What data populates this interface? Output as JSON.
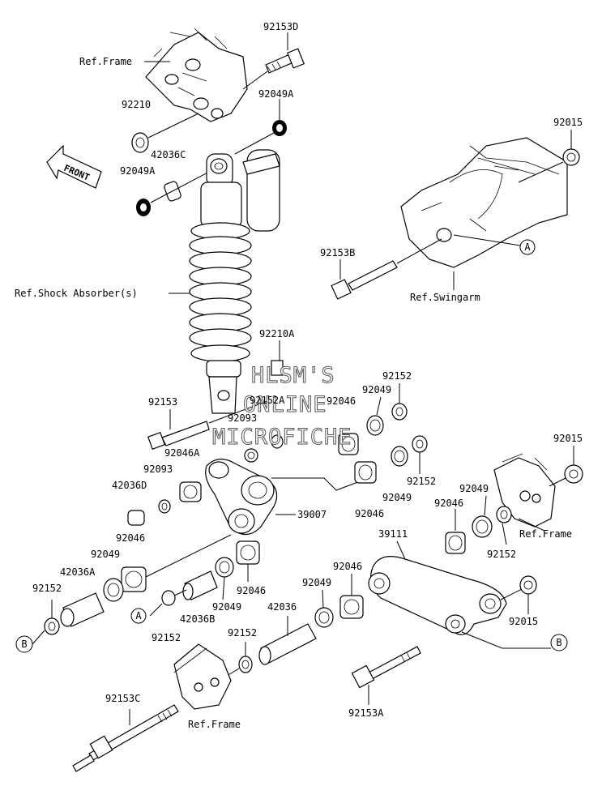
{
  "watermark": [
    "HLSM'S",
    "ONLINE",
    "MICROFICHE"
  ],
  "front_label": "FRONT",
  "ref_labels": {
    "frame_top": "Ref.Frame",
    "shock": "Ref.Shock Absorber(s)",
    "swingarm": "Ref.Swingarm",
    "frame_right": "Ref.Frame",
    "frame_bottom": "Ref.Frame"
  },
  "markers": {
    "a_right": "A",
    "a_left": "A",
    "b_left": "B",
    "b_right": "B"
  },
  "parts": {
    "p92153D": "92153D",
    "p92210": "92210",
    "p92049A_top": "92049A",
    "p42036C": "42036C",
    "p92049A_left": "92049A",
    "p92015_top": "92015",
    "p92153B": "92153B",
    "p92210A": "92210A",
    "p92153": "92153",
    "p92152A": "92152A",
    "p92093_upper": "92093",
    "p92046_upper": "92046",
    "p92049_upper": "92049",
    "p92152_upper": "92152",
    "p92046A": "92046A",
    "p92093_lower": "92093",
    "p42036D": "42036D",
    "p92152_right": "92152",
    "p92049_right": "92049",
    "p92046_right": "92046",
    "p92015_right": "92015",
    "p39007": "39007",
    "p92049_r2": "92049",
    "p92046_r2": "92046",
    "p92152_r2": "92152",
    "p92046_left": "92046",
    "p92049_left": "92049",
    "p42036A": "42036A",
    "p92152_left": "92152",
    "p42036B": "42036B",
    "p92049_mid": "92049",
    "p92046_mid": "92046",
    "p92152_mid": "92152",
    "p39111": "39111",
    "p92046_link": "92046",
    "p92049_link": "92049",
    "p42036": "42036",
    "p92015_bottom": "92015",
    "p92153C": "92153C",
    "p92153A": "92153A"
  }
}
